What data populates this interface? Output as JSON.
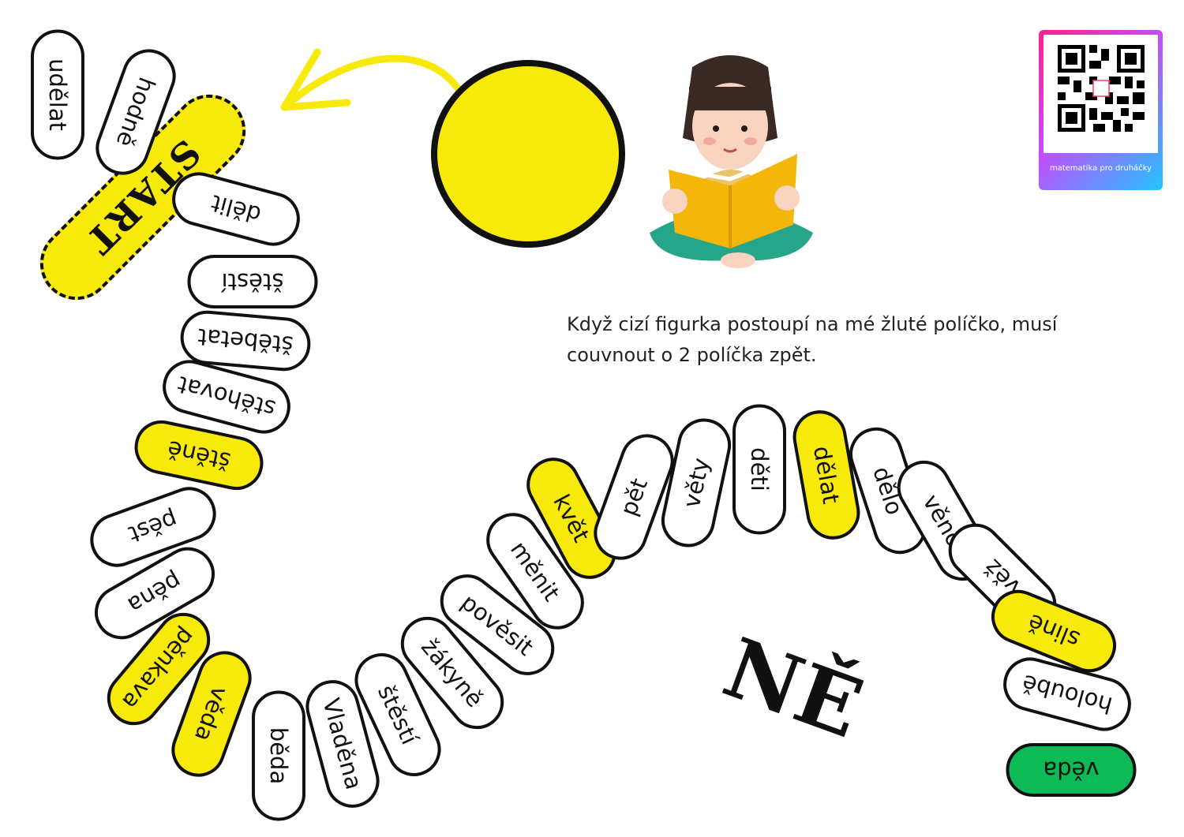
{
  "start_label": "START",
  "tiles": [
    {
      "word": "udělat",
      "color": "white"
    },
    {
      "word": "hodně",
      "color": "white"
    },
    {
      "word": "dělit",
      "color": "white"
    },
    {
      "word": "štěstí",
      "color": "white"
    },
    {
      "word": "štěbetat",
      "color": "white"
    },
    {
      "word": "stěhovat",
      "color": "white"
    },
    {
      "word": "štěně",
      "color": "yellow"
    },
    {
      "word": "pěst",
      "color": "white"
    },
    {
      "word": "pěna",
      "color": "white"
    },
    {
      "word": "pěnkava",
      "color": "yellow"
    },
    {
      "word": "věda",
      "color": "yellow"
    },
    {
      "word": "běda",
      "color": "white"
    },
    {
      "word": "Vladěna",
      "color": "white"
    },
    {
      "word": "štěstí",
      "color": "white"
    },
    {
      "word": "žákyně",
      "color": "white"
    },
    {
      "word": "pověsit",
      "color": "white"
    },
    {
      "word": "měnit",
      "color": "white"
    },
    {
      "word": "květ",
      "color": "yellow"
    },
    {
      "word": "pět",
      "color": "white"
    },
    {
      "word": "věty",
      "color": "white"
    },
    {
      "word": "děti",
      "color": "white"
    },
    {
      "word": "dělat",
      "color": "yellow"
    },
    {
      "word": "dělo",
      "color": "white"
    },
    {
      "word": "věno",
      "color": "white"
    },
    {
      "word": "věž",
      "color": "white"
    },
    {
      "word": "slině",
      "color": "yellow"
    },
    {
      "word": "holoubě",
      "color": "white"
    },
    {
      "word": "věda",
      "color": "green"
    }
  ],
  "rule_text": "Když cizí figurka postoupí na mé žluté políčko, musí couvnout o 2 políčka zpět.",
  "game_title": "NĚ",
  "qr_caption": "matematika pro druháčky",
  "colors": {
    "yellow": "#f7ea0b",
    "green": "#0dba55",
    "white": "#ffffff",
    "outline": "#111111"
  },
  "icons": [
    "curved-arrow-icon",
    "reading-girl-icon",
    "qr-code-icon"
  ]
}
